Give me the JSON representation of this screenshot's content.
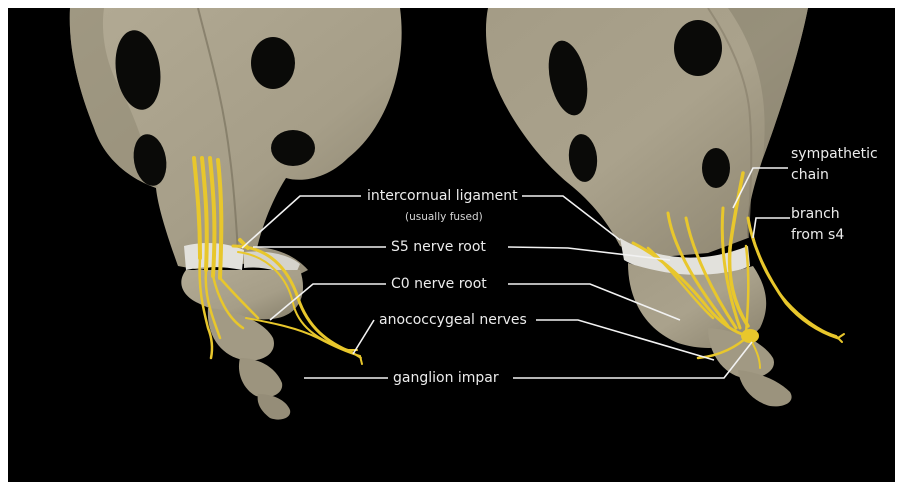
{
  "labels": {
    "intercornual_ligament": "intercornual ligament",
    "intercornual_ligament_note": "(usually fused)",
    "s5_nerve_root": "S5 nerve root",
    "c0_nerve_root": "C0 nerve root",
    "anococcygeal_nerves": "anococcygeal nerves",
    "ganglion_impar": "ganglion impar",
    "sympathetic_chain_line1": "sympathetic",
    "sympathetic_chain_line2": "chain",
    "branch_from_s4_line1": "branch",
    "branch_from_s4_line2": "from s4"
  },
  "colors": {
    "background": "#000000",
    "bone": "#a79f8a",
    "bone_shadow": "#7d7663",
    "foramen": "#0a0a08",
    "ligament": "#e2e1dc",
    "nerve": "#e8c72c",
    "leader_line": "#f2f2f2",
    "label_text": "#ececec"
  }
}
